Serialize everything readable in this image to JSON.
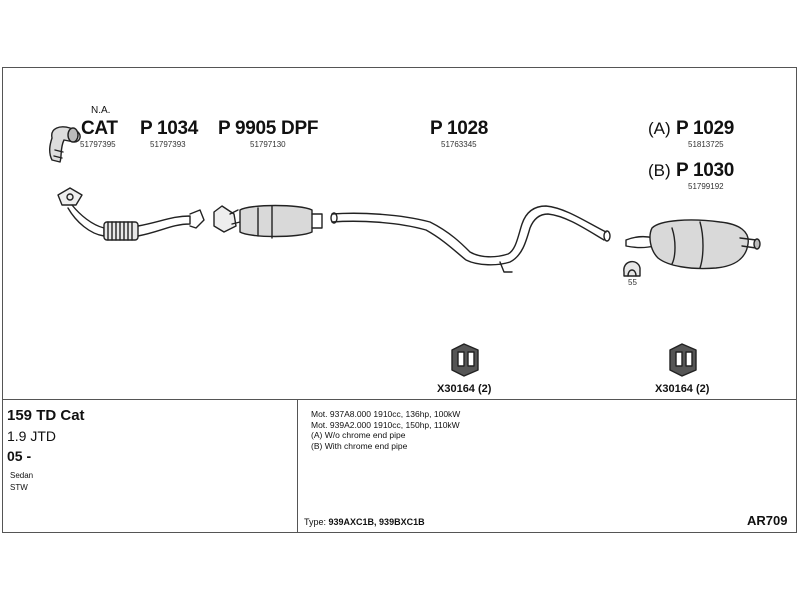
{
  "parts": {
    "na_label": "N.A.",
    "cat_label": "CAT",
    "cat_num": "51797395",
    "p1034_label": "P 1034",
    "p1034_num": "51797393",
    "p9905_label": "P 9905 DPF",
    "p9905_num": "51797130",
    "p1028_label": "P 1028",
    "p1028_num": "51763345",
    "p1029_prefix": "(A)",
    "p1029_label": "P 1029",
    "p1029_num": "51813725",
    "p1030_prefix": "(B)",
    "p1030_label": "P 1030",
    "p1030_num": "51799192",
    "ring_num": "55"
  },
  "clamps": {
    "left_label": "X30164 (2)",
    "right_label": "X30164 (2)"
  },
  "vehicle": {
    "model": "159 TD Cat",
    "engine": "1.9 JTD",
    "year": "05 -",
    "body1": "Sedan",
    "body2": "STW"
  },
  "notes": {
    "line1": "Mot. 937A8.000 1910cc, 136hp, 100kW",
    "line2": "Mot. 939A2.000 1910cc, 150hp, 110kW",
    "line3": "(A) W/o chrome end pipe",
    "line4": "(B) With chrome end pipe"
  },
  "type": {
    "label": "Type:",
    "value": "939AXC1B, 939BXC1B"
  },
  "reference": "AR709"
}
